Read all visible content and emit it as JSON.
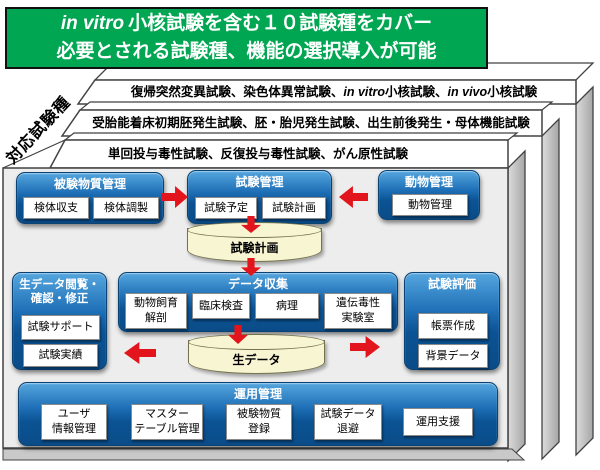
{
  "banner": {
    "line1_italic": "in vitro",
    "line1_rest": "小核試験を含む１０試験種をカバー",
    "line2": "必要とされる試験種、機能の選択導入が可能"
  },
  "side_label": "対応試験種",
  "test_bars": {
    "bar1": {
      "seg0": "復帰突然変異試験、染色体異常試験、",
      "seg1": "in vitro",
      "seg2": "小核試験、",
      "seg3": "in vivo",
      "seg4": "小核試験"
    },
    "bar2": "受胎能着床初期胚発生試験、胚・胎児発生試験、出生前後発生・母体機能試験",
    "bar3": "単回投与毒性試験、反復投与毒性試験、がん原性試験"
  },
  "modules": {
    "substance": {
      "title": "被験物質管理",
      "subs": [
        "検体収支",
        "検体調製"
      ]
    },
    "study_mgmt": {
      "title": "試験管理",
      "subs": [
        "試験予定",
        "試験計画"
      ]
    },
    "animal": {
      "title": "動物管理",
      "subs": [
        "動物管理"
      ]
    },
    "raw_view": {
      "title_line1": "生データ閲覧・",
      "title_line2": "確認・修正",
      "subs": [
        "試験サポート",
        "試験実績"
      ]
    },
    "data_collect": {
      "title": "データ収集",
      "subs": [
        {
          "l1": "動物飼育",
          "l2": "解剖"
        },
        {
          "l1": "臨床検査",
          "l2": ""
        },
        {
          "l1": "病理",
          "l2": ""
        },
        {
          "l1": "遺伝毒性",
          "l2": "実験室"
        }
      ]
    },
    "evaluation": {
      "title": "試験評価",
      "subs": [
        "帳票作成",
        "背景データ"
      ]
    },
    "operation": {
      "title": "運用管理",
      "subs": [
        {
          "l1": "ユーザ",
          "l2": "情報管理"
        },
        {
          "l1": "マスター",
          "l2": "テーブル管理"
        },
        {
          "l1": "被験物質",
          "l2": "登録"
        },
        {
          "l1": "試験データ",
          "l2": "退避"
        },
        {
          "l1": "運用支援",
          "l2": ""
        }
      ]
    }
  },
  "datastores": {
    "plan": "試験計画",
    "raw": "生データ"
  },
  "colors": {
    "banner_green": "#00A651",
    "module_blue_top": "#55A6DE",
    "module_blue_bottom": "#0A4C88",
    "arrow_red": "#E1151B",
    "cylinder_yellow": "#F8F5D3",
    "slab_side_gray": "#C2C2C2"
  }
}
